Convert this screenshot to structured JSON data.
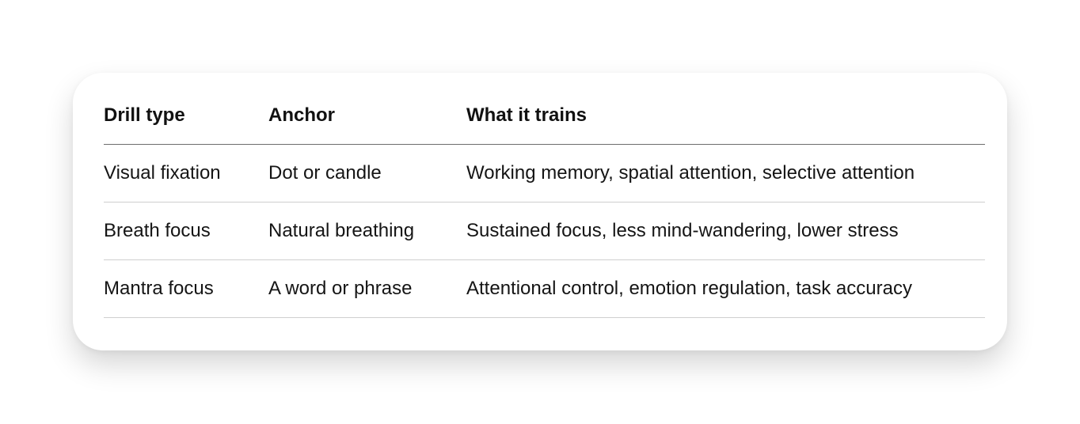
{
  "table": {
    "headers": [
      "Drill type",
      "Anchor",
      "What it trains"
    ],
    "rows": [
      [
        "Visual fixation",
        "Dot or candle",
        "Working memory, spatial attention, selective attention"
      ],
      [
        "Breath focus",
        "Natural breathing",
        "Sustained focus, less mind-wandering, lower stress"
      ],
      [
        "Mantra focus",
        "A word or phrase",
        "Attentional control, emotion regulation, task accuracy"
      ]
    ]
  }
}
